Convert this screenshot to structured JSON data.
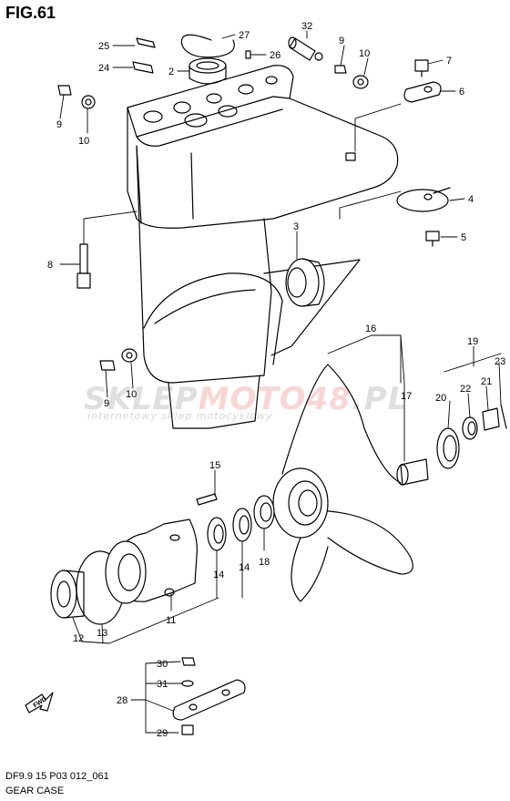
{
  "figure": {
    "title": "FIG.61",
    "code": "DF9.9 15 P03 012_061",
    "name": "GEAR CASE"
  },
  "watermark": {
    "brand_a": "SKLEP",
    "brand_b": "MOTO48",
    "brand_c": ".PL",
    "tagline": "internetowy sklep motocyklowy"
  },
  "orientation": {
    "fwd_label": "FWD"
  },
  "callouts": {
    "c2": "2",
    "c3": "3",
    "c4": "4",
    "c5": "5",
    "c6": "6",
    "c7": "7",
    "c8": "8",
    "c9a": "9",
    "c9b": "9",
    "c9c": "9",
    "c10a": "10",
    "c10b": "10",
    "c10c": "10",
    "c11": "11",
    "c12": "12",
    "c13": "13",
    "c14a": "14",
    "c14b": "14",
    "c15": "15",
    "c16": "16",
    "c17": "17",
    "c18": "18",
    "c19": "19",
    "c20": "20",
    "c21": "21",
    "c22": "22",
    "c23": "23",
    "c24": "24",
    "c25": "25",
    "c26": "26",
    "c27": "27",
    "c28": "28",
    "c29": "29",
    "c30": "30",
    "c31": "31",
    "c32": "32"
  }
}
